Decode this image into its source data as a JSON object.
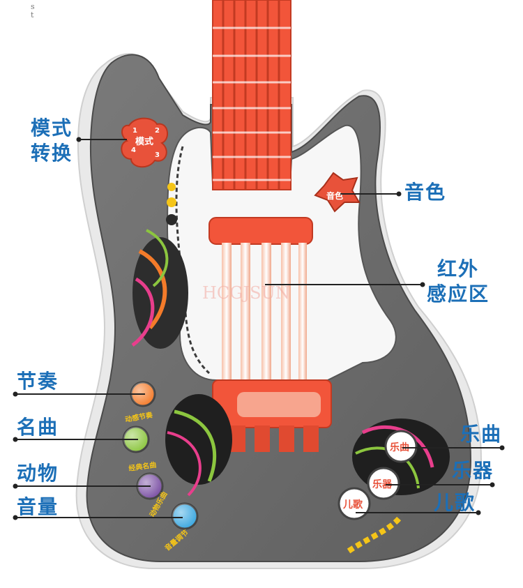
{
  "labels": {
    "mode_switch": [
      "模式",
      "转换"
    ],
    "tone": "音色",
    "infrared": [
      "红外",
      "感应区"
    ],
    "rhythm": "节奏",
    "famous_songs": "名曲",
    "animals": "动物",
    "volume": "音量",
    "music": "乐曲",
    "instruments": "乐器",
    "children_songs": "儿歌"
  },
  "button_texts": {
    "mode_button": "模式",
    "mode_numbers": [
      "1",
      "2",
      "3",
      "4"
    ],
    "tone_button": "音色",
    "rhythm_caption": "动感节奏",
    "famous_caption": "经典名曲",
    "animal_caption": "动物乐曲",
    "volume_caption": "音量调节",
    "music_button": "乐曲",
    "instrument_button": "乐器",
    "children_button": "儿歌"
  },
  "watermark": "HCGJSUN",
  "corner_marks": [
    "s",
    "t"
  ],
  "colors": {
    "label_blue": "#1c6fb7",
    "body_gray": "#6b6b6b",
    "fretboard_red": "#f2553a",
    "rhythm_orange": "#f47b2a",
    "famous_green": "#8cc63f",
    "animal_purple": "#7a4fa3",
    "volume_blue": "#3aa7e0",
    "mode_red": "#e8523a"
  }
}
